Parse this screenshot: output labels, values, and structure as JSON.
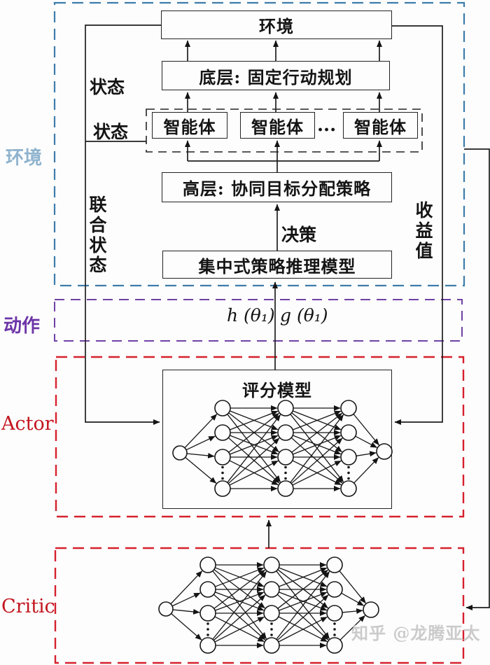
{
  "regions": {
    "environment": {
      "label": "环境"
    },
    "action": {
      "label": "动作"
    },
    "actor": {
      "label": "Actor"
    },
    "critic": {
      "label": "Critic"
    }
  },
  "blocks": {
    "environment": "环境",
    "low_level": "底层: 固定行动规划",
    "agent1": "智能体",
    "agent2": "智能体",
    "agent3": "智能体",
    "agents_ellipsis": "...",
    "high_level": "高层: 协同目标分配策略",
    "centralized_model": "集中式策略推理模型",
    "scoring_model": "评分模型"
  },
  "labels": {
    "state_env": "状态",
    "state_agents": "状态",
    "joint_state": "联合状态",
    "reward_value": "收益值",
    "decision": "决策",
    "actor_output_h": "h (θ₁)",
    "actor_output_g": "g (θ₁)"
  },
  "watermark": "知乎 @龙腾亚太",
  "colors": {
    "env_border": "#3d7cab",
    "env_label": "#8fb3ce",
    "action_border": "#6f42a5",
    "action_label": "#6d35a8",
    "actor_critic_border": "#d6212e",
    "actor_critic_label": "#c3151f",
    "line": "#1f1f1f"
  }
}
